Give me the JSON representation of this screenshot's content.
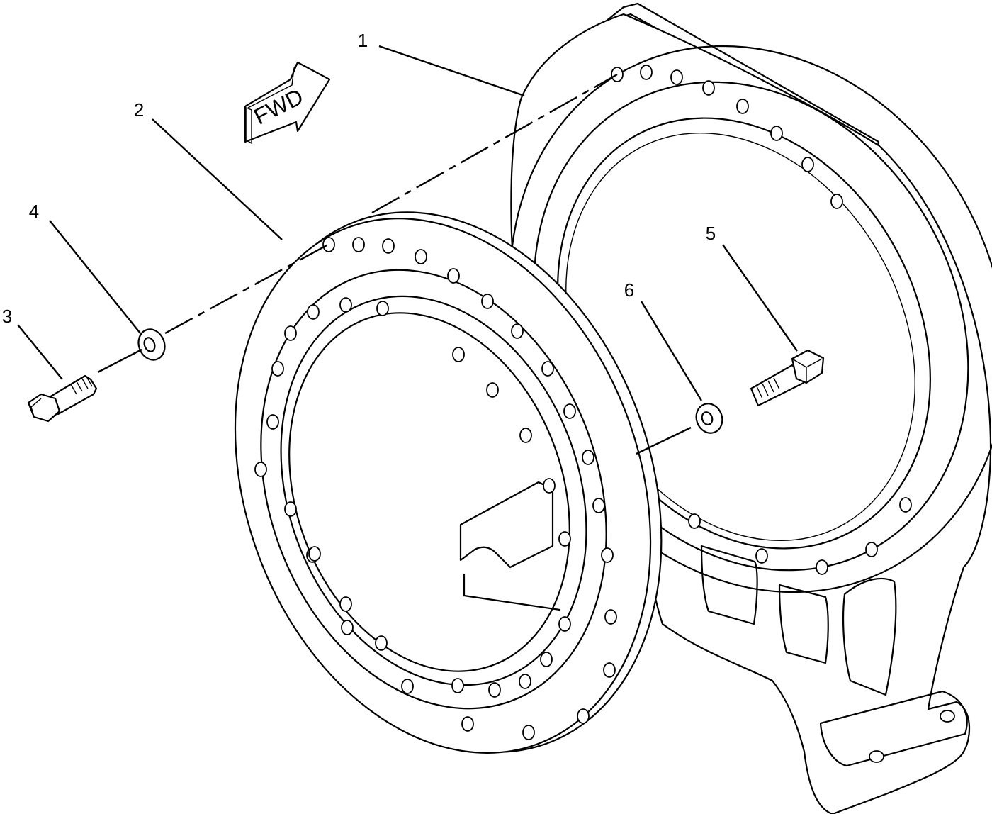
{
  "figure": {
    "direction_label": "FWD",
    "callouts": [
      {
        "id": "callout-1",
        "label": "1"
      },
      {
        "id": "callout-2",
        "label": "2"
      },
      {
        "id": "callout-3",
        "label": "3"
      },
      {
        "id": "callout-4",
        "label": "4"
      },
      {
        "id": "callout-5",
        "label": "5"
      },
      {
        "id": "callout-6",
        "label": "6"
      }
    ]
  }
}
